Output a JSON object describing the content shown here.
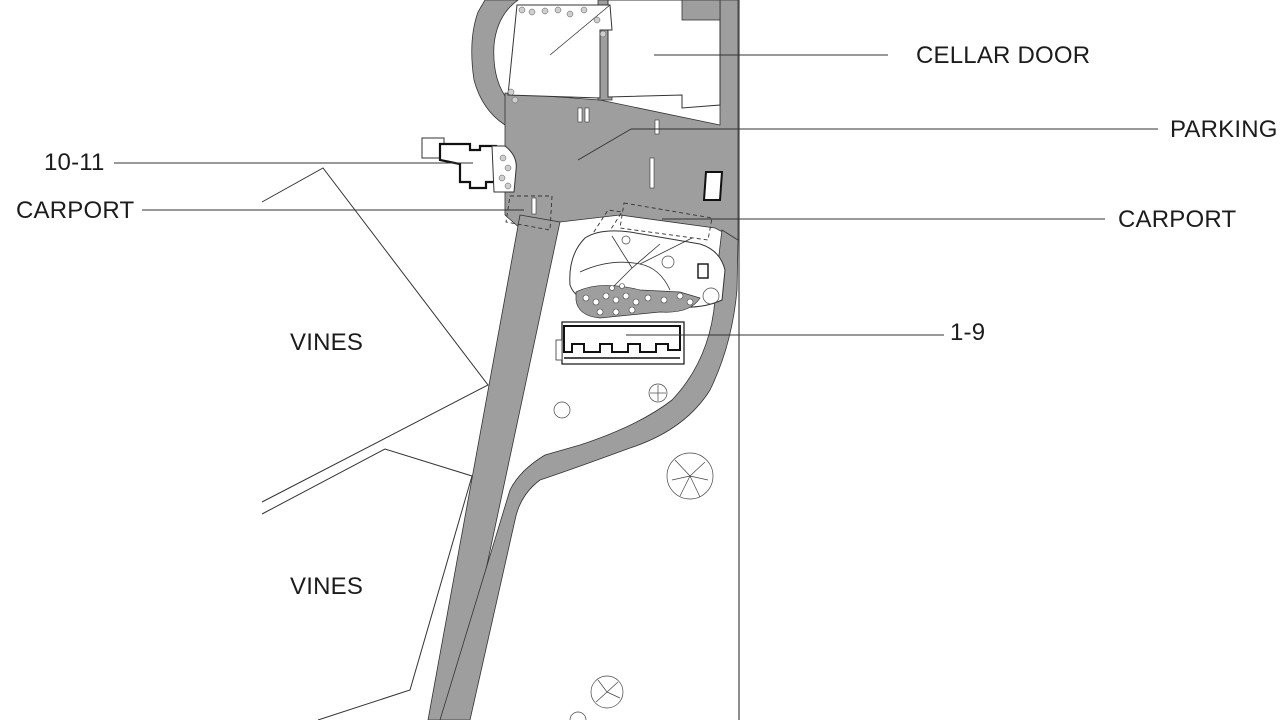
{
  "labels": {
    "cellar_door": "CELLAR DOOR",
    "parking": "PARKING",
    "units_10_11": "10-11",
    "carport_left": "CARPORT",
    "carport_right": "CARPORT",
    "units_1_9": "1-9",
    "vines_upper": "VINES",
    "vines_lower": "VINES"
  },
  "colors": {
    "paving": "#9e9e9e",
    "linework": "#222222",
    "background": "#ffffff"
  }
}
